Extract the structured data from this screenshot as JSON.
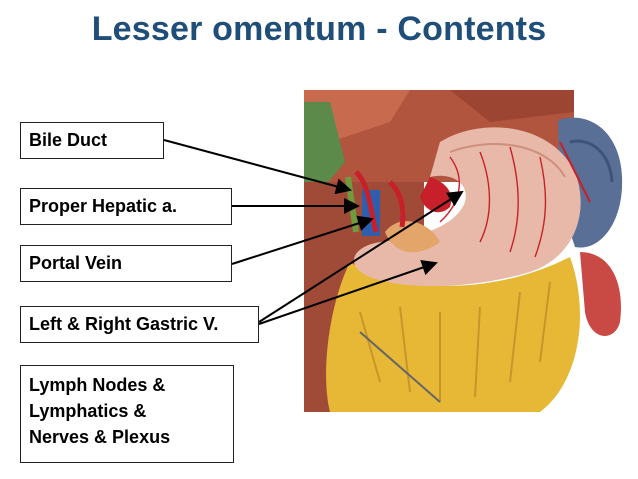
{
  "title": "Lesser omentum - Contents",
  "labels": {
    "bile_duct": "Bile Duct",
    "proper_hepatic": "Proper Hepatic a.",
    "portal_vein": "Portal Vein",
    "gastric": "Left & Right Gastric V.",
    "lymph_line1": "Lymph Nodes &",
    "lymph_line2": "Lymphatics &",
    "lymph_line3": "Nerves & Plexus"
  },
  "colors": {
    "title": "#1f4e79",
    "stomach": "#e8b9a8",
    "liver": "#b2553e",
    "fat": "#e6b836",
    "spleen": "#5a6f96",
    "portal": "#2d5fae",
    "artery": "#c8202a"
  }
}
